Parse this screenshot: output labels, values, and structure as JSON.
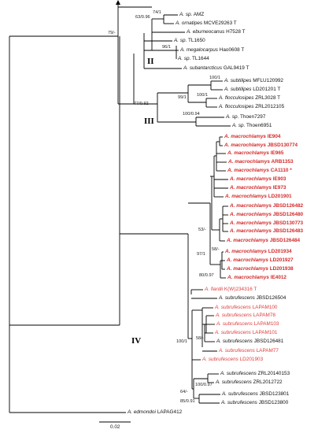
{
  "tips": [
    {
      "genus": "A.",
      "epithet": "sp.",
      "voucher": "AMZ",
      "style": "black"
    },
    {
      "genus": "A.",
      "epithet": "ornatipes",
      "voucher": "MCVE29263 T",
      "style": "black"
    },
    {
      "genus": "A.",
      "epithet": "eburneocanus",
      "voucher": "H7528 T",
      "style": "black"
    },
    {
      "genus": "A.",
      "epithet": "sp.",
      "voucher": "TL1650",
      "style": "black"
    },
    {
      "genus": "A.",
      "epithet": "megalocarpus",
      "voucher": "Hao0608 T",
      "style": "black"
    },
    {
      "genus": "A.",
      "epithet": "sp.",
      "voucher": "TL1644",
      "style": "black"
    },
    {
      "genus": "A.",
      "epithet": "subantarcticus",
      "voucher": "GAL9419 T",
      "style": "black"
    },
    {
      "genus": "A.",
      "epithet": "subtilipes",
      "voucher": "MFLU120992",
      "style": "black"
    },
    {
      "genus": "A.",
      "epithet": "subtilipes",
      "voucher": "LD201201 T",
      "style": "black"
    },
    {
      "genus": "A.",
      "epithet": "flocculosipes",
      "voucher": "ZRL3028 T",
      "style": "black"
    },
    {
      "genus": "A.",
      "epithet": "flocculosipes",
      "voucher": "ZRL2012105",
      "style": "black"
    },
    {
      "genus": "A.",
      "epithet": "sp.",
      "voucher": "Thoen7297",
      "style": "black"
    },
    {
      "genus": "A.",
      "epithet": "sp.",
      "voucher": "Thoen6951",
      "style": "black"
    },
    {
      "genus": "A.",
      "epithet": "macrochlamys",
      "voucher": "IE904",
      "style": "bred"
    },
    {
      "genus": "A.",
      "epithet": "macrochlamys",
      "voucher": "JBSD130774",
      "style": "bred"
    },
    {
      "genus": "A.",
      "epithet": "macrochlamys",
      "voucher": "IE965",
      "style": "bred"
    },
    {
      "genus": "A.",
      "epithet": "macrochlamys",
      "voucher": "ARB1353",
      "style": "bred"
    },
    {
      "genus": "A.",
      "epithet": "macrochlamys",
      "voucher": "CA1110 *",
      "style": "bred"
    },
    {
      "genus": "A.",
      "epithet": "macrochlamys",
      "voucher": "IE903",
      "style": "bred"
    },
    {
      "genus": "A.",
      "epithet": "macrochlamys",
      "voucher": "IE973",
      "style": "bred"
    },
    {
      "genus": "A.",
      "epithet": "macrochlamys",
      "voucher": "LD201901",
      "style": "bred"
    },
    {
      "genus": "A.",
      "epithet": "macrochlamys",
      "voucher": "JBSD126482",
      "style": "bred"
    },
    {
      "genus": "A.",
      "epithet": "macrochlamys",
      "voucher": "JBSD126480",
      "style": "bred"
    },
    {
      "genus": "A.",
      "epithet": "macrochlamys",
      "voucher": "JBSD130773",
      "style": "bred"
    },
    {
      "genus": "A.",
      "epithet": "macrochlamys",
      "voucher": "JBSD126483",
      "style": "bred"
    },
    {
      "genus": "A.",
      "epithet": "macrochlamys",
      "voucher": "JBSD126484",
      "style": "bred"
    },
    {
      "genus": "A.",
      "epithet": "macrochlamys",
      "voucher": "LD201934",
      "style": "bred"
    },
    {
      "genus": "A.",
      "epithet": "macrochlamys",
      "voucher": "LD201927",
      "style": "bred"
    },
    {
      "genus": "A.",
      "epithet": "macrochlamys",
      "voucher": "LD201938",
      "style": "bred"
    },
    {
      "genus": "A.",
      "epithet": "macrochlamys",
      "voucher": "IE4012",
      "style": "bred"
    },
    {
      "genus": "A.",
      "epithet": "fiardii",
      "voucher": "K(W)234316 T",
      "style": "red"
    },
    {
      "genus": "A.",
      "epithet": "subrufescens",
      "voucher": "JBSD126504",
      "style": "black"
    },
    {
      "genus": "A.",
      "epithet": "subrufescens",
      "voucher": "LAPAM100",
      "style": "red"
    },
    {
      "genus": "A.",
      "epithet": "subrufescens",
      "voucher": "LAPAM78",
      "style": "red"
    },
    {
      "genus": "A.",
      "epithet": "subrufescens",
      "voucher": "LAPAM103",
      "style": "red"
    },
    {
      "genus": "A.",
      "epithet": "subrufescens",
      "voucher": "LAPAM101",
      "style": "red"
    },
    {
      "genus": "A.",
      "epithet": "subrufescens",
      "voucher": "JBSD126481",
      "style": "black"
    },
    {
      "genus": "A.",
      "epithet": "subrufescens",
      "voucher": "LAPAM77",
      "style": "red"
    },
    {
      "genus": "A.",
      "epithet": "subrufescens",
      "voucher": "LD201903",
      "style": "red"
    },
    {
      "genus": "A.",
      "epithet": "subrufescens",
      "voucher": "ZRL20140153",
      "style": "black"
    },
    {
      "genus": "A.",
      "epithet": "subrufescens",
      "voucher": "ZRL2012722",
      "style": "black"
    },
    {
      "genus": "A.",
      "epithet": "subrufescens",
      "voucher": "JBSD123801",
      "style": "black"
    },
    {
      "genus": "A.",
      "epithet": "subrufescens",
      "voucher": "JBSD123800",
      "style": "black"
    },
    {
      "genus": "A.",
      "epithet": "edmondoi",
      "voucher": "LAPAG412",
      "style": "black"
    }
  ],
  "support": [
    "74/1",
    "79/-",
    "63/0.96",
    "96/1",
    "100/1",
    "99/1",
    "100/1",
    "77/0.92",
    "100/0.94",
    "53/-",
    "58/-",
    "97/1",
    "80/0.97",
    "100/1",
    "58/-",
    "100/0.97",
    "64/-",
    "85/0.91"
  ],
  "clades": [
    "II",
    "III",
    "IV"
  ],
  "scale_bar": {
    "label": "0.02"
  },
  "colors": {
    "highlight_bold": "#d42a2a",
    "highlight": "#e03b3b",
    "default": "#111111"
  }
}
